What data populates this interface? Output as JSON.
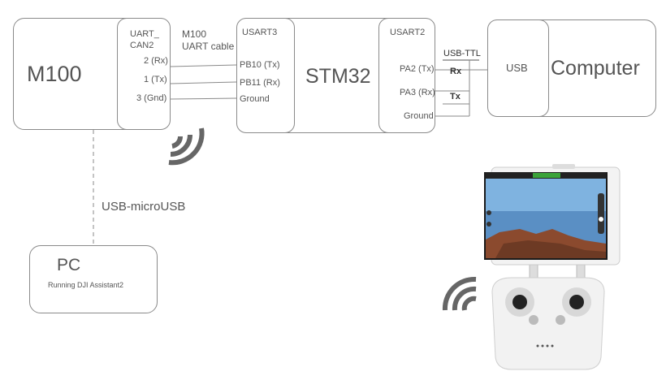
{
  "m100": {
    "label": "M100",
    "uart_title_line1": "UART_",
    "uart_title_line2": "CAN2",
    "pins": [
      "2 (Rx)",
      "1 (Tx)",
      "3 (Gnd)"
    ]
  },
  "cable": {
    "line1": "M100",
    "line2": "UART cable"
  },
  "stm32": {
    "label": "STM32",
    "usart3": {
      "title": "USART3",
      "pins": [
        "PB10 (Tx)",
        "PB11 (Rx)",
        "Ground"
      ]
    },
    "usart2": {
      "title": "USART2",
      "pins": [
        "PA2 (Tx)",
        "PA3 (Rx)",
        "Ground"
      ]
    }
  },
  "usb_ttl": {
    "label": "USB-TTL",
    "rx": "Rx",
    "tx": "Tx"
  },
  "computer": {
    "usb": "USB",
    "label": "Computer"
  },
  "link": {
    "label": "USB-microUSB"
  },
  "pc": {
    "label": "PC",
    "sub": "Running DJI Assistant2"
  },
  "colors": {
    "border": "#8a8a8a",
    "text": "#555555",
    "signal": "#666666",
    "accent_green": "#3aa33a"
  }
}
